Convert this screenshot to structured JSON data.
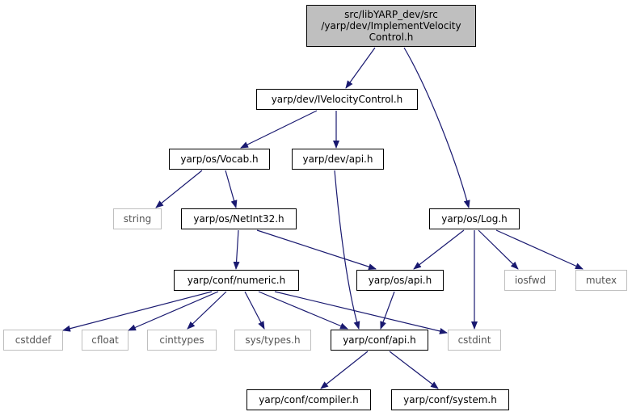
{
  "diagram": {
    "colors": {
      "edge": "#191970",
      "main_fill": "#bfbfbf",
      "ext_border": "#bfbfbf",
      "ext_text": "#555555"
    },
    "nodes": [
      {
        "id": "impl",
        "kind": "main",
        "lines": [
          "src/libYARP_dev/src",
          "/yarp/dev/ImplementVelocity",
          "Control.h"
        ]
      },
      {
        "id": "ivel",
        "kind": "std",
        "lines": [
          "yarp/dev/IVelocityControl.h"
        ]
      },
      {
        "id": "vocab",
        "kind": "std",
        "lines": [
          "yarp/os/Vocab.h"
        ]
      },
      {
        "id": "devapi",
        "kind": "std",
        "lines": [
          "yarp/dev/api.h"
        ]
      },
      {
        "id": "string",
        "kind": "ext",
        "lines": [
          "string"
        ]
      },
      {
        "id": "netint",
        "kind": "std",
        "lines": [
          "yarp/os/NetInt32.h"
        ]
      },
      {
        "id": "log",
        "kind": "std",
        "lines": [
          "yarp/os/Log.h"
        ]
      },
      {
        "id": "numeric",
        "kind": "std",
        "lines": [
          "yarp/conf/numeric.h"
        ]
      },
      {
        "id": "osapi",
        "kind": "std",
        "lines": [
          "yarp/os/api.h"
        ]
      },
      {
        "id": "iosfwd",
        "kind": "ext",
        "lines": [
          "iosfwd"
        ]
      },
      {
        "id": "mutex",
        "kind": "ext",
        "lines": [
          "mutex"
        ]
      },
      {
        "id": "cstddef",
        "kind": "ext",
        "lines": [
          "cstddef"
        ]
      },
      {
        "id": "cfloat",
        "kind": "ext",
        "lines": [
          "cfloat"
        ]
      },
      {
        "id": "cinttypes",
        "kind": "ext",
        "lines": [
          "cinttypes"
        ]
      },
      {
        "id": "systypes",
        "kind": "ext",
        "lines": [
          "sys/types.h"
        ]
      },
      {
        "id": "confapi",
        "kind": "std",
        "lines": [
          "yarp/conf/api.h"
        ]
      },
      {
        "id": "cstdint",
        "kind": "ext",
        "lines": [
          "cstdint"
        ]
      },
      {
        "id": "compiler",
        "kind": "std",
        "lines": [
          "yarp/conf/compiler.h"
        ]
      },
      {
        "id": "system",
        "kind": "std",
        "lines": [
          "yarp/conf/system.h"
        ]
      }
    ],
    "edges": [
      [
        "impl",
        "ivel"
      ],
      [
        "impl",
        "log"
      ],
      [
        "ivel",
        "vocab"
      ],
      [
        "ivel",
        "devapi"
      ],
      [
        "vocab",
        "string"
      ],
      [
        "vocab",
        "netint"
      ],
      [
        "devapi",
        "confapi"
      ],
      [
        "netint",
        "numeric"
      ],
      [
        "netint",
        "osapi"
      ],
      [
        "log",
        "osapi"
      ],
      [
        "log",
        "iosfwd"
      ],
      [
        "log",
        "mutex"
      ],
      [
        "log",
        "cstdint"
      ],
      [
        "numeric",
        "cstddef"
      ],
      [
        "numeric",
        "cfloat"
      ],
      [
        "numeric",
        "cinttypes"
      ],
      [
        "numeric",
        "systypes"
      ],
      [
        "numeric",
        "confapi"
      ],
      [
        "numeric",
        "cstdint"
      ],
      [
        "osapi",
        "confapi"
      ],
      [
        "confapi",
        "compiler"
      ],
      [
        "confapi",
        "system"
      ]
    ]
  }
}
